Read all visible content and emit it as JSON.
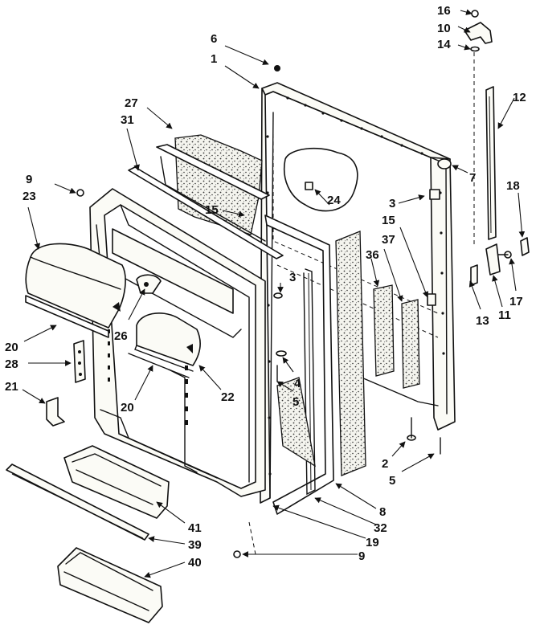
{
  "diagram": {
    "callouts": [
      {
        "id": "c16",
        "text": "16"
      },
      {
        "id": "c10",
        "text": "10"
      },
      {
        "id": "c14",
        "text": "14"
      },
      {
        "id": "c6",
        "text": "6"
      },
      {
        "id": "c1",
        "text": "1"
      },
      {
        "id": "c12",
        "text": "12"
      },
      {
        "id": "c27",
        "text": "27"
      },
      {
        "id": "c31",
        "text": "31"
      },
      {
        "id": "c7",
        "text": "7"
      },
      {
        "id": "c9a",
        "text": "9"
      },
      {
        "id": "c23",
        "text": "23"
      },
      {
        "id": "c15a",
        "text": "15"
      },
      {
        "id": "c24",
        "text": "24"
      },
      {
        "id": "c3a",
        "text": "3"
      },
      {
        "id": "c15b",
        "text": "15"
      },
      {
        "id": "c18",
        "text": "18"
      },
      {
        "id": "c37",
        "text": "37"
      },
      {
        "id": "c36",
        "text": "36"
      },
      {
        "id": "c3b",
        "text": "3"
      },
      {
        "id": "c13",
        "text": "13"
      },
      {
        "id": "c11",
        "text": "11"
      },
      {
        "id": "c17",
        "text": "17"
      },
      {
        "id": "c26",
        "text": "26"
      },
      {
        "id": "c20a",
        "text": "20"
      },
      {
        "id": "c28",
        "text": "28"
      },
      {
        "id": "c4",
        "text": "4"
      },
      {
        "id": "c5a",
        "text": "5"
      },
      {
        "id": "c22",
        "text": "22"
      },
      {
        "id": "c21",
        "text": "21"
      },
      {
        "id": "c20b",
        "text": "20"
      },
      {
        "id": "c2",
        "text": "2"
      },
      {
        "id": "c5b",
        "text": "5"
      },
      {
        "id": "c8",
        "text": "8"
      },
      {
        "id": "c41",
        "text": "41"
      },
      {
        "id": "c32",
        "text": "32"
      },
      {
        "id": "c39",
        "text": "39"
      },
      {
        "id": "c19",
        "text": "19"
      },
      {
        "id": "c9b",
        "text": "9"
      },
      {
        "id": "c40",
        "text": "40"
      }
    ]
  }
}
